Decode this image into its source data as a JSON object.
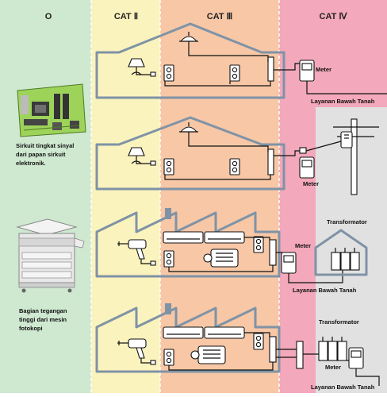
{
  "categories": {
    "cat0": "O",
    "cat2": "CAT Ⅱ",
    "cat3": "CAT Ⅲ",
    "cat4": "CAT Ⅳ"
  },
  "colors": {
    "cat0": "#cfe8d0",
    "cat2": "#fbf3bd",
    "cat3": "#f7c7a6",
    "cat4": "#f3a8bb",
    "outside": "#e1e1e1",
    "house_outline": "#7f93a6"
  },
  "labels": {
    "meter1": "Meter",
    "meter2": "Meter",
    "meter3": "Meter",
    "meter4": "Meter",
    "underground1": "Layanan Bawah Tanah",
    "underground3": "Layanan Bawah Tanah",
    "underground4": "Layanan Bawah Tanah",
    "transformer3": "Transformator",
    "transformer4": "Transformator",
    "signal_line1": "Sirkuit tingkat sinyal",
    "signal_line2": "dari papan sirkuit",
    "signal_line3": "elektronik.",
    "copier_line1": "Bagian tegangan",
    "copier_line2": "tinggi dari mesin",
    "copier_line3": "fotokopi"
  }
}
